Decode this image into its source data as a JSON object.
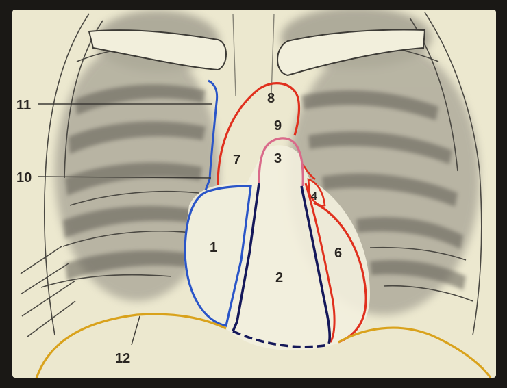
{
  "labels": {
    "l1": "1",
    "l2": "2",
    "l3": "3",
    "l4": "4",
    "l6": "6",
    "l7": "7",
    "l8": "8",
    "l9": "9",
    "l10": "10",
    "l11": "11",
    "l12": "12"
  },
  "colors": {
    "background": "#1a1815",
    "paper": "#ece8cf",
    "lung_shadow": "#9a968a",
    "rib": "#4a4842",
    "red_outline": "#e0301e",
    "blue_outline": "#2a55c8",
    "navy_outline": "#15185a",
    "pink_outline": "#d96a8a",
    "diaphragm": "#d9a21c",
    "label": "#2a2622"
  }
}
